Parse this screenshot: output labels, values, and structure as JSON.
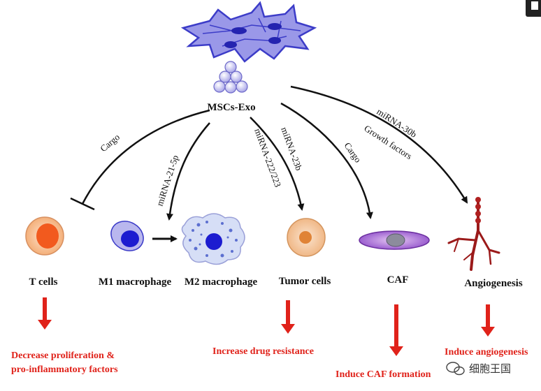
{
  "source": {
    "label": "MSCs-Exo"
  },
  "arrows": {
    "tcells": "Cargo",
    "m1": "miRNA-21-5p",
    "tumor_1": "miRNA-222/223",
    "tumor_2": "miRNA-23b",
    "caf": "Cargo",
    "angio_1": "miRNA-30b",
    "angio_2": "Growth factors"
  },
  "targets": {
    "tcells": "T cells",
    "m1": "M1 macrophage",
    "m2": "M2 macrophage",
    "tumor": "Tumor cells",
    "caf": "CAF",
    "angio": "Angiogenesis"
  },
  "outcomes": {
    "tcells_1": "Decrease proliferation &",
    "tcells_2": "pro-inflammatory factors",
    "tumor": "Increase drug resistance",
    "caf": "Induce CAF formation",
    "angio": "Induce angiogenesis"
  },
  "watermark": {
    "text": "细胞王国",
    "icon": "wechat-icon"
  },
  "colors": {
    "outcome_red": "#e0221a",
    "msc_blue": "#3333cc",
    "tcell_orange": "#f7b783"
  }
}
